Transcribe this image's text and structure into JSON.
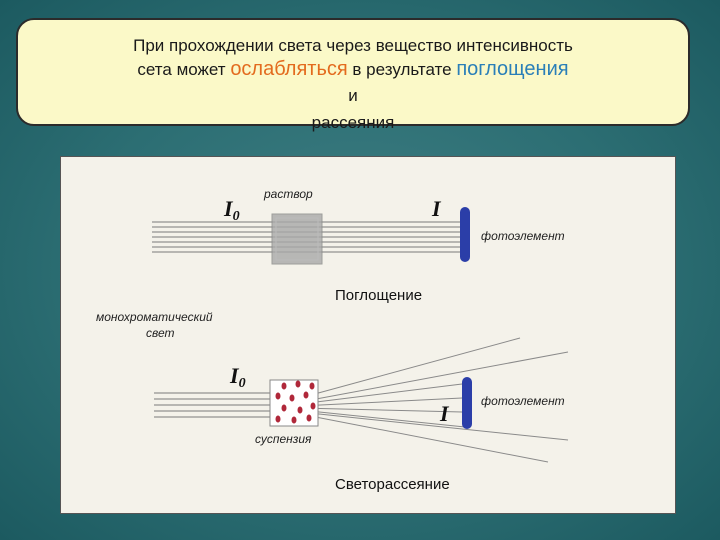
{
  "banner": {
    "line1": "При прохождении света через вещество интенсивность",
    "line2_pre": "сета может ",
    "line2_accent1": "ослабляться",
    "line2_mid": " в результате ",
    "line2_accent2": "поглощения",
    "line3": "и",
    "line4": "рассеяния"
  },
  "diagram": {
    "absorption": {
      "intensity_in": "I",
      "intensity_in_sub": "0",
      "sample_label": "раствор",
      "intensity_out": "I",
      "detector_label": "фотоэлемент",
      "caption": "Поглощение"
    },
    "source_label_line1": "монохроматический",
    "source_label_line2": "свет",
    "scattering": {
      "intensity_in": "I",
      "intensity_in_sub": "0",
      "sample_label": "суспензия",
      "intensity_out": "I",
      "detector_label": "фотоэлемент",
      "caption": "Светорассеяние"
    }
  },
  "colors": {
    "banner_bg": "#fbf9c8",
    "accent_orange": "#e36b1e",
    "accent_blue": "#2a7fb8",
    "detector": "#2b3ea8",
    "particles": "#b0283a"
  }
}
